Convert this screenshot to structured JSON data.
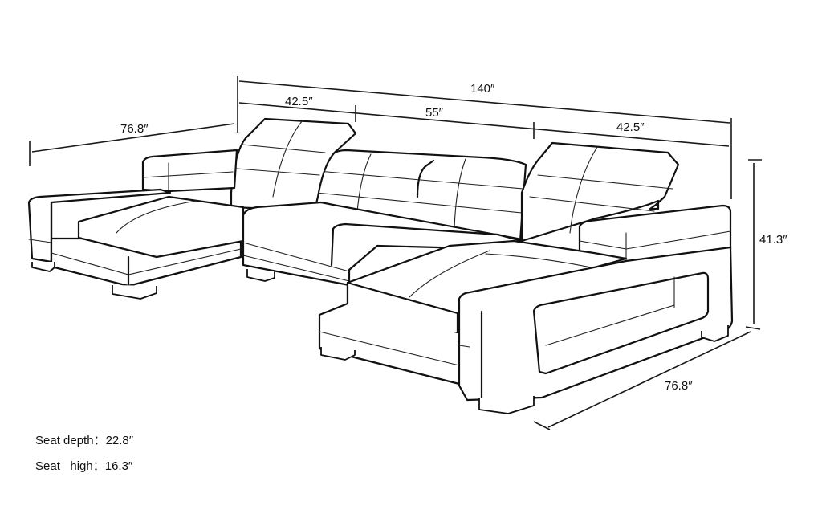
{
  "diagram": {
    "title": "U-shaped double chaise sectional sofa dimensions",
    "subject": "sectional-sofa-line-drawing",
    "line_color": "#111111",
    "background": "#ffffff"
  },
  "dimensions": {
    "overall_width": "140″",
    "left_section_width": "42.5″",
    "middle_section_width": "55″",
    "right_section_width": "42.5″",
    "left_chaise_depth": "76.8″",
    "right_chaise_depth": "76.8″",
    "height": "41.3″"
  },
  "specs": [
    {
      "label": "Seat depth：",
      "value": "22.8″"
    },
    {
      "label": "Seat   high：",
      "value": "16.3″"
    }
  ]
}
